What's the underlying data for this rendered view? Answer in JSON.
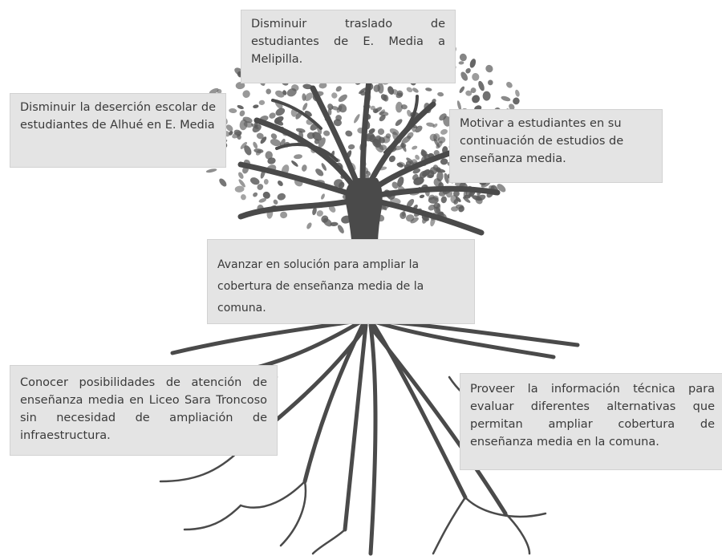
{
  "tree_goal_top": "Disminuir traslado de estudiantes de E. Media a Melipilla.",
  "tree_goal_left": "Disminuir la deserción escolar de estudiantes de Alhué en E. Media",
  "tree_goal_right": "Motivar a estudiantes en su continuación de estudios de enseñanza media.",
  "trunk_objective": "Avanzar en solución para ampliar la cobertura de enseñanza media de la comuna.",
  "root_cause_left": "Conocer posibilidades de atención de enseñanza media en Liceo Sara Troncoso sin necesidad de ampliación de infraestructura.",
  "root_cause_right": "Proveer la información técnica para evaluar diferentes alternativas que permitan ampliar cobertura de enseñanza media en la comuna.",
  "colors": {
    "tree": "#4a4a4a",
    "leaf": "#5a5a5a",
    "box_fill": "#e4e4e4",
    "text": "#3a3a3a"
  }
}
